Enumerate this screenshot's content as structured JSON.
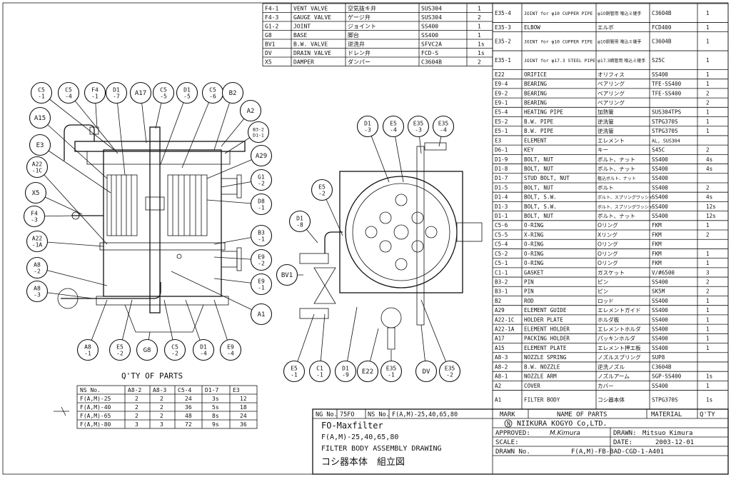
{
  "top_table": {
    "rows": [
      {
        "no": "F4-1",
        "name": "VENT VALVE",
        "jp": "空気抜キ弁",
        "mat": "SUS304",
        "qty": "1"
      },
      {
        "no": "F4-3",
        "name": "GAUGE VALVE",
        "jp": "ゲージ弁",
        "mat": "SUS304",
        "qty": "2"
      },
      {
        "no": "G1-2",
        "name": "JOINT",
        "jp": "ジョイント",
        "mat": "SS400",
        "qty": "1"
      },
      {
        "no": "G8",
        "name": "BASE",
        "jp": "脚台",
        "mat": "SS400",
        "qty": "1"
      },
      {
        "no": "BV1",
        "name": "B.W. VALVE",
        "jp": "逆洗弁",
        "mat": "SFVC2A",
        "qty": "1s"
      },
      {
        "no": "DV",
        "name": "DRAIN VALVE",
        "jp": "ドレン弁",
        "mat": "FCD-S",
        "qty": "1s"
      },
      {
        "no": "X5",
        "name": "DAMPER",
        "jp": "ダンパー",
        "mat": "C3604B",
        "qty": "2"
      }
    ]
  },
  "parts_list": {
    "rows": [
      {
        "no": "E35-4",
        "name": "JOINT for φ10 CUPPER PIPE",
        "jp": "φ10銅管用 喰込ミ継手",
        "mat": "C3604B",
        "qty": "1"
      },
      {
        "no": "E35-3",
        "name": "ELBOW",
        "jp": "エルボ",
        "mat": "FCD400",
        "qty": "1"
      },
      {
        "no": "E35-2",
        "name": "JOINT for φ10 CUPPER PIPE",
        "jp": "φ10銅管用 喰込ミ継手",
        "mat": "C3604B",
        "qty": "1"
      },
      {
        "no": "E35-1",
        "name": "JOINT for φ17.3 STEEL PIPE",
        "jp": "φ17.3鋼管用 喰込ミ継手",
        "mat": "S25C",
        "qty": "1"
      },
      {
        "no": "E22",
        "name": "ORIFICE",
        "jp": "オリフィス",
        "mat": "SS400",
        "qty": "1"
      },
      {
        "no": "E9-4",
        "name": "BEARING",
        "jp": "ベアリング",
        "mat": "TFE·SS400",
        "qty": "1"
      },
      {
        "no": "E9-2",
        "name": "BEARING",
        "jp": "ベアリング",
        "mat": "TFE·SS400",
        "qty": "2"
      },
      {
        "no": "E9-1",
        "name": "BEARING",
        "jp": "ベアリング",
        "mat": "",
        "qty": "2"
      },
      {
        "no": "E5-4",
        "name": "HEATING PIPE",
        "jp": "加熱管",
        "mat": "SUS304TPS",
        "qty": "1"
      },
      {
        "no": "E5-2",
        "name": "B.W. PIPE",
        "jp": "逆洗管",
        "mat": "STPG370S",
        "qty": "1"
      },
      {
        "no": "E5-1",
        "name": "B.W. PIPE",
        "jp": "逆洗管",
        "mat": "STPG370S",
        "qty": "1"
      },
      {
        "no": "E3",
        "name": "ELEMENT",
        "jp": "エレメント",
        "mat": "AL, SUS304",
        "qty": ""
      },
      {
        "no": "D6-1",
        "name": "KEY",
        "jp": "キー",
        "mat": "S45C",
        "qty": "2"
      },
      {
        "no": "D1-9",
        "name": "BOLT, NUT",
        "jp": "ボルト、ナット",
        "mat": "SS400",
        "qty": "4s"
      },
      {
        "no": "D1-8",
        "name": "BOLT, NUT",
        "jp": "ボルト、ナット",
        "mat": "SS400",
        "qty": "4s"
      },
      {
        "no": "D1-7",
        "name": "STUD BOLT, NUT",
        "jp": "植込ボルト、ナット",
        "mat": "SS400",
        "qty": ""
      },
      {
        "no": "D1-5",
        "name": "BOLT, NUT",
        "jp": "ボルト",
        "mat": "SS400",
        "qty": "2"
      },
      {
        "no": "D1-4",
        "name": "BOLT, S.W.",
        "jp": "ボルト、スプリングワッシャ",
        "mat": "SS400",
        "qty": "4s"
      },
      {
        "no": "D1-3",
        "name": "BOLT, S.W.",
        "jp": "ボルト、スプリングワッシャ",
        "mat": "SS400",
        "qty": "12s"
      },
      {
        "no": "D1-1",
        "name": "BOLT, NUT",
        "jp": "ボルト、ナット",
        "mat": "SS400",
        "qty": "12s"
      },
      {
        "no": "C5-6",
        "name": "O-RING",
        "jp": "Oリング",
        "mat": "FKM",
        "qty": "1"
      },
      {
        "no": "C5-5",
        "name": "X-RING",
        "jp": "Xリング",
        "mat": "FKM",
        "qty": "2"
      },
      {
        "no": "C5-4",
        "name": "O-RING",
        "jp": "Oリング",
        "mat": "FKM",
        "qty": ""
      },
      {
        "no": "C5-2",
        "name": "O-RING",
        "jp": "Oリング",
        "mat": "FKM",
        "qty": "1"
      },
      {
        "no": "C5-1",
        "name": "O-RING",
        "jp": "Oリング",
        "mat": "FKM",
        "qty": "1"
      },
      {
        "no": "C1-1",
        "name": "GASKET",
        "jp": "ガスケット",
        "mat": "V/#6500",
        "qty": "3"
      },
      {
        "no": "B3-2",
        "name": "PIN",
        "jp": "ピン",
        "mat": "SS400",
        "qty": "2"
      },
      {
        "no": "B3-1",
        "name": "PIN",
        "jp": "ピン",
        "mat": "SK5M",
        "qty": "2"
      },
      {
        "no": "B2",
        "name": "ROD",
        "jp": "ロッド",
        "mat": "SS400",
        "qty": "1"
      },
      {
        "no": "A29",
        "name": "ELEMENT GUIDE",
        "jp": "エレメントガイド",
        "mat": "SS400",
        "qty": "1"
      },
      {
        "no": "A22-1C",
        "name": "HOLDER PLATE",
        "jp": "ホルダ板",
        "mat": "SS400",
        "qty": "1"
      },
      {
        "no": "A22-1A",
        "name": "ELEMENT HOLDER",
        "jp": "エレメントホルダ",
        "mat": "SS400",
        "qty": "1"
      },
      {
        "no": "A17",
        "name": "PACKING HOLDER",
        "jp": "パッキンホルダ",
        "mat": "SS400",
        "qty": "1"
      },
      {
        "no": "A15",
        "name": "ELEMENT PLATE",
        "jp": "エレメント押エ板",
        "mat": "SS400",
        "qty": "1"
      },
      {
        "no": "A8-3",
        "name": "NOZZLE SPRING",
        "jp": "ノズルスプリング",
        "mat": "SUP8",
        "qty": ""
      },
      {
        "no": "A8-2",
        "name": "B.W. NOZZLE",
        "jp": "逆洗ノズル",
        "mat": "C3604B",
        "qty": ""
      },
      {
        "no": "A8-1",
        "name": "NOZZLE ARM",
        "jp": "ノズルアーム",
        "mat": "SGP·SS400",
        "qty": "1s"
      },
      {
        "no": "A2",
        "name": "COVER",
        "jp": "カバー",
        "mat": "SS400",
        "qty": "1"
      },
      {
        "no": "A1",
        "name": "FILTER BODY",
        "jp": "コシ器本体",
        "mat": "STPG370S",
        "qty": "1s"
      }
    ],
    "header": {
      "mark": "MARK",
      "name": "NAME OF PARTS",
      "material": "MATERIAL",
      "qty": "Q'TY"
    }
  },
  "qty_table": {
    "title": "Q'TY OF PARTS",
    "headers": [
      "NS No.",
      "A8-2",
      "A8-3",
      "C5-4",
      "D1-7",
      "E3"
    ],
    "rows": [
      [
        "F(A,M)-25",
        "2",
        "2",
        "24",
        "3s",
        "12"
      ],
      [
        "F(A,M)-40",
        "2",
        "2",
        "36",
        "5s",
        "18"
      ],
      [
        "F(A,M)-65",
        "2",
        "2",
        "48",
        "8s",
        "24"
      ],
      [
        "F(A,M)-80",
        "3",
        "3",
        "72",
        "9s",
        "36"
      ]
    ]
  },
  "title_block": {
    "ng_label": "NG No.",
    "ng_value": "75FO",
    "ns_label": "NS No.",
    "ns_value": "F(A,M)-25,40,65,80",
    "product": "FO-Maxfilter",
    "models": "F(A,M)-25,40,65,80",
    "drawing_title": "FILTER BODY ASSEMBLY DRAWING",
    "drawing_title_jp": "コシ器本体　組立図",
    "company": "NIIKURA KOGYO Co,LTD.",
    "approved_label": "APPROVED:",
    "approved_value": "M.Kimura",
    "drawn_label": "DRAWN:",
    "drawn_value": "Mitsuo Kimura",
    "scale_label": "SCALE:",
    "scale_value": "",
    "date_label": "DATE:",
    "date_value": "2003-12-01",
    "drawing_no_label": "DRAWN No.",
    "drawing_no_value": "F(A,M)-FB-BAD-CGD-1-A401"
  },
  "balloons": {
    "left_view": [
      "C5-1",
      "C5-4",
      "F4-1",
      "D1-7",
      "A17",
      "C5-5",
      "D1-5",
      "C5-6",
      "B2",
      "A2",
      "B3-2 D1-1",
      "A15",
      "E3",
      "A29",
      "A22-1C",
      "G1-2",
      "X5",
      "D8-1",
      "F4-3",
      "B3-1",
      "A22-1A",
      "E9-2",
      "A8-2",
      "E9-1",
      "A8-3",
      "A1",
      "A8-1",
      "E5-2",
      "G8",
      "C5-2",
      "D1-4",
      "E9-4"
    ],
    "right_view": [
      "D1-3",
      "E5-4",
      "E35-3",
      "E35-4",
      "E5-2",
      "D1-8",
      "BV1",
      "E5-1",
      "C1-1",
      "D1-9",
      "E22",
      "E35-1",
      "DV",
      "E35-2"
    ]
  }
}
